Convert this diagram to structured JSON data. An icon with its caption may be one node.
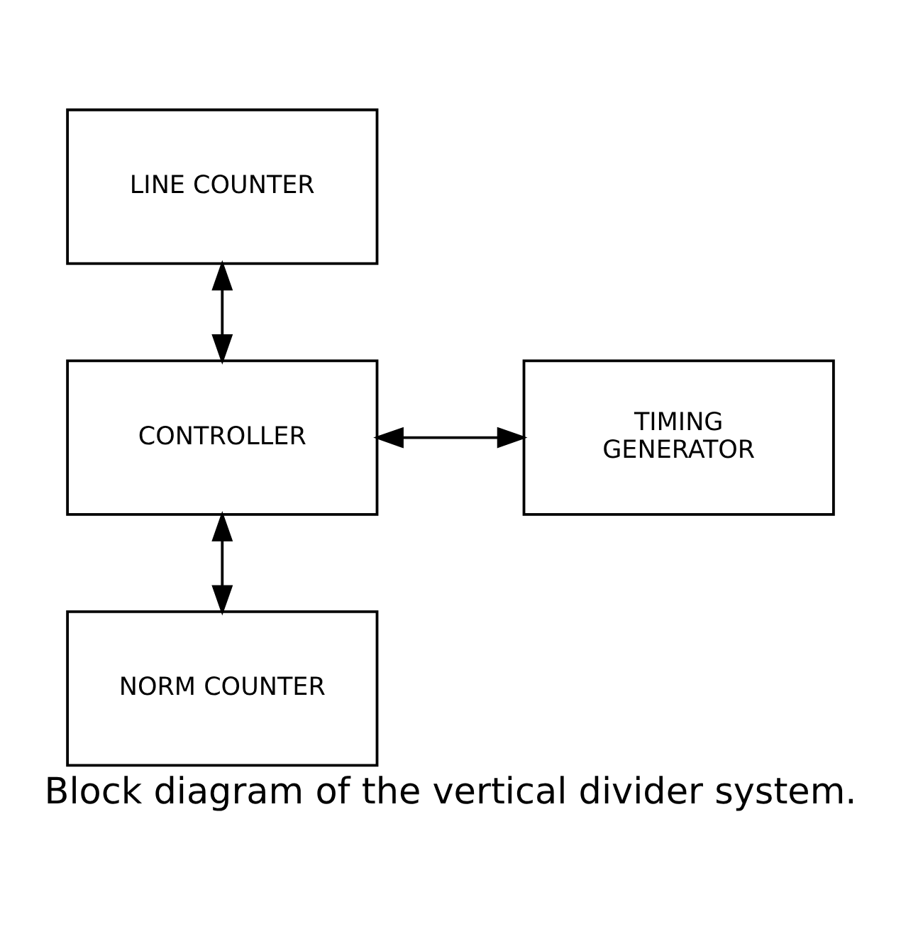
{
  "diagram": {
    "caption": "Block diagram of the vertical divider system.",
    "nodes": [
      {
        "text": [
          "LINE COUNTER"
        ]
      },
      {
        "text": [
          "CONTROLLER"
        ]
      },
      {
        "text": [
          "TIMING GENERATOR"
        ]
      },
      {
        "text": [
          "NORM COUNTER"
        ]
      }
    ],
    "edges": [
      {
        "from": 0,
        "to": 1,
        "arrow": "both"
      },
      {
        "from": 1,
        "to": 2,
        "arrow": "both"
      },
      {
        "from": 1,
        "to": 3,
        "arrow": "both"
      }
    ]
  }
}
